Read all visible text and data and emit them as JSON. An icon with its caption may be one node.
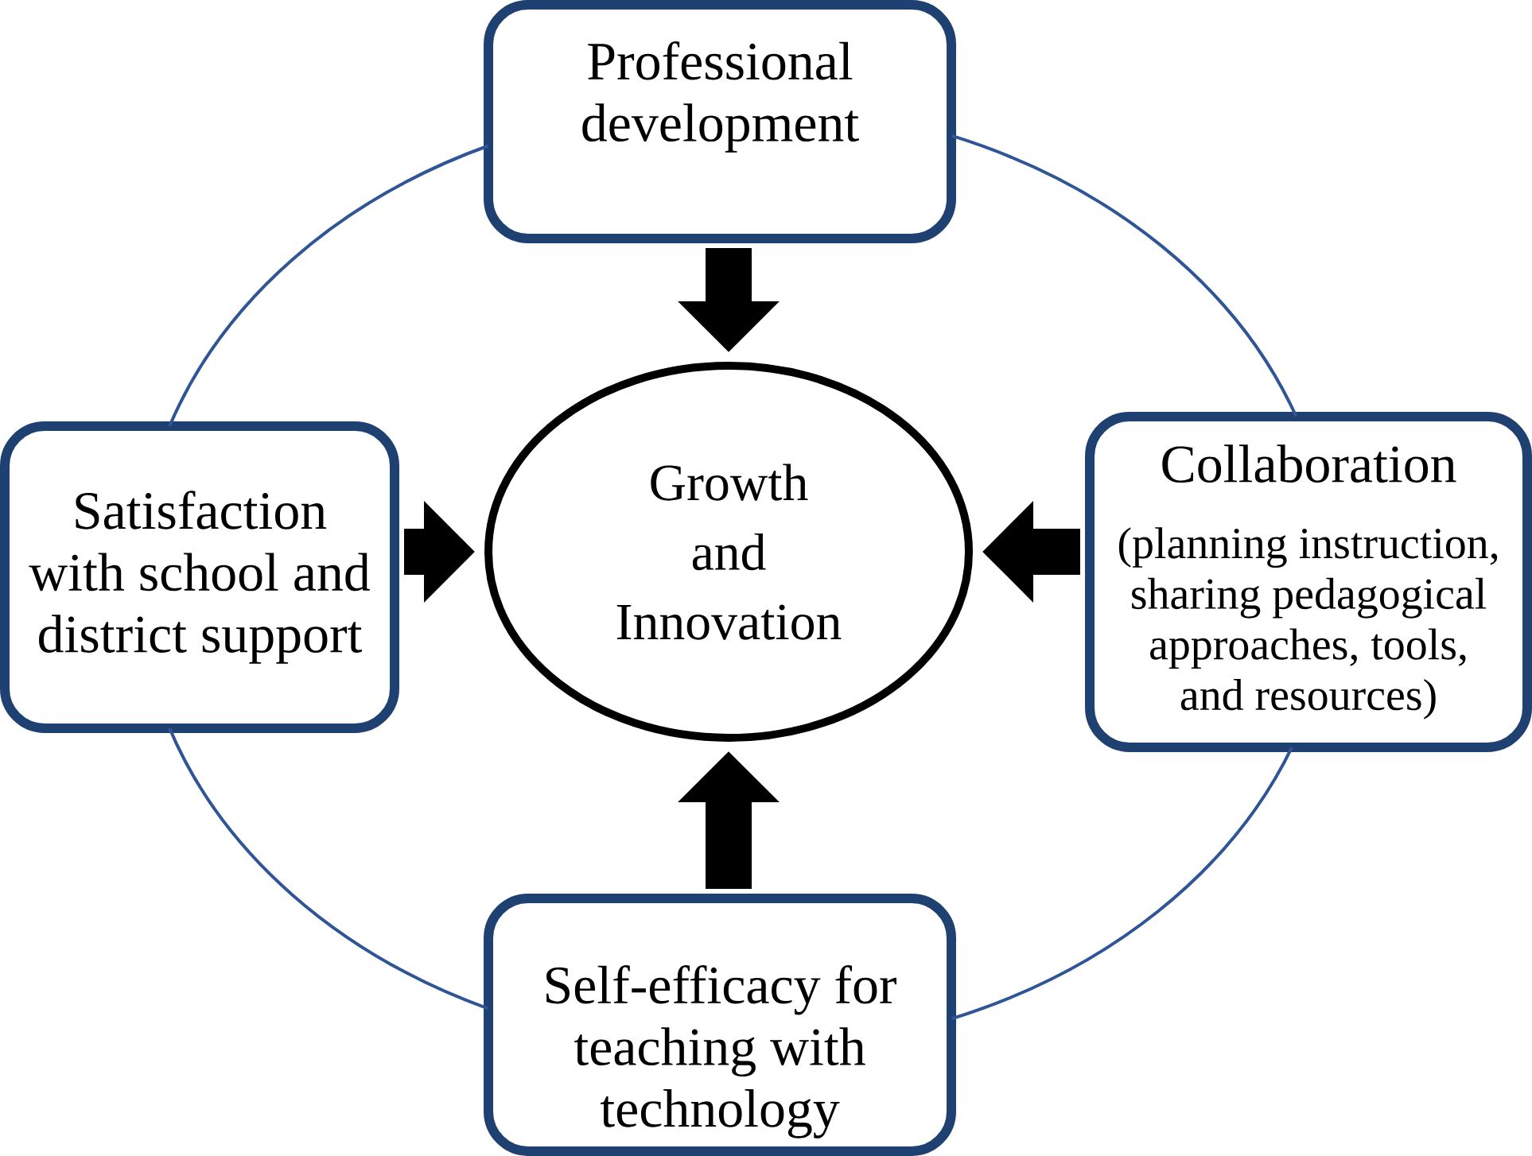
{
  "diagram": {
    "nodes": [
      {
        "text": [
          "Professional development"
        ]
      },
      {
        "text": [
          "Satisfaction with school and district support"
        ]
      },
      {
        "text": [
          "Growth and Innovation"
        ]
      },
      {
        "text": [
          "Collaboration",
          "(planning instruction, sharing pedagogical approaches, tools, and resources)"
        ]
      },
      {
        "text": [
          "Self-efficacy for teaching with technology"
        ]
      }
    ],
    "edges": [
      {
        "from": 0,
        "to": 2,
        "arrow": "to",
        "style": "thick"
      },
      {
        "from": 1,
        "to": 2,
        "arrow": "to",
        "style": "thick"
      },
      {
        "from": 3,
        "to": 2,
        "arrow": "to",
        "style": "thick"
      },
      {
        "from": 4,
        "to": 2,
        "arrow": "to",
        "style": "thick"
      },
      {
        "from": 0,
        "to": 1,
        "arrow": "none",
        "color": "#2f5597"
      },
      {
        "from": 0,
        "to": 3,
        "arrow": "none",
        "color": "#2f5597"
      },
      {
        "from": 1,
        "to": 4,
        "arrow": "none",
        "color": "#2f5597"
      },
      {
        "from": 3,
        "to": 4,
        "arrow": "none",
        "color": "#2f5597"
      }
    ]
  }
}
